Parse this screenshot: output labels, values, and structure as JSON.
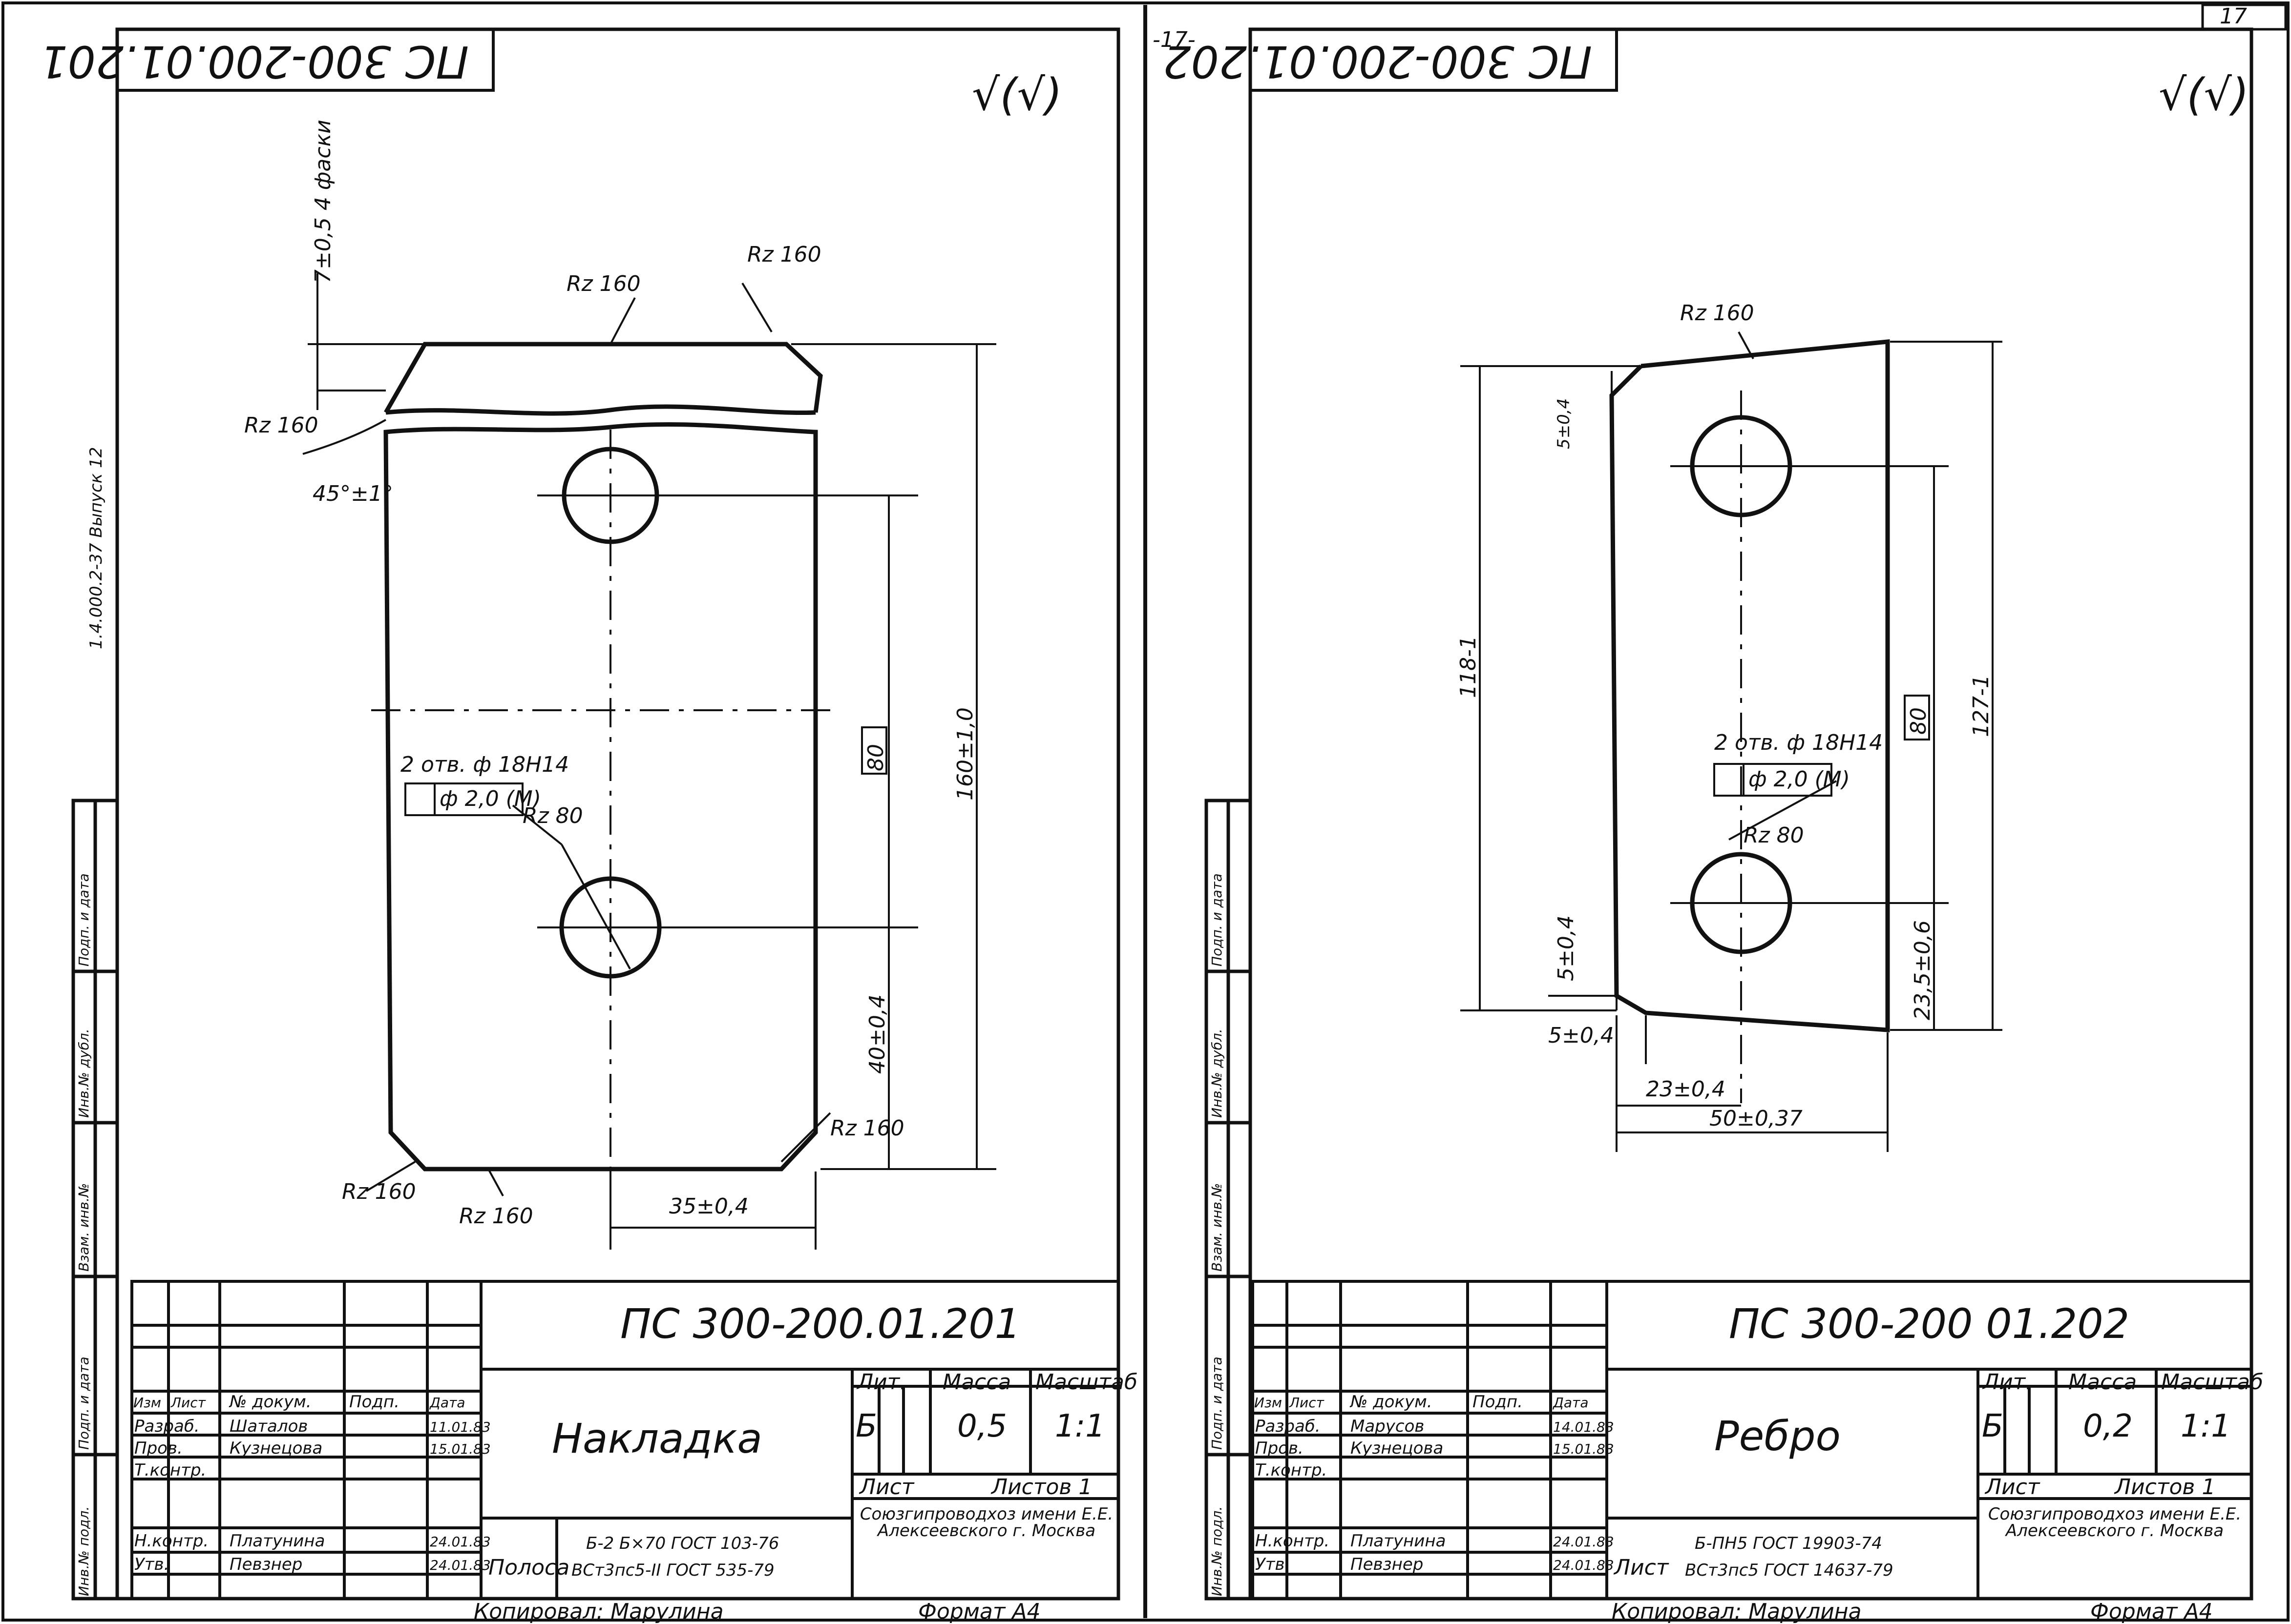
{
  "page_number": "17",
  "left_sheet_mark": "-17-",
  "left_margin_series": "1.4.000.2-37 Выпуск 12",
  "side_labels": [
    "Инв.№ подл.",
    "Подп. и дата",
    "Взам. инв.№",
    "Инв.№ дубл.",
    "Подп. и дата"
  ],
  "roughness_mark": "√(√)",
  "sheets": [
    {
      "code_upside": "ПС 300-200.01.201",
      "code": "ПС 300-200.01.201",
      "name": "Накладка",
      "lit": "Б",
      "mass": "0,5",
      "scale": "1:1",
      "sheet_label": "Лист",
      "sheets_label": "Листов 1",
      "org": "Союзгипроводхоз имени Е.Е. Алексеевского г. Москва",
      "material_kind": "Полоса",
      "material_line1": "Б-2 Б×70 ГОСТ 103-76",
      "material_line2": "ВСт3пс5-II ГОСТ 535-79",
      "copied": "Копировал: Марулина",
      "format": "Формат А4",
      "roles": [
        {
          "role": "Разраб.",
          "name": "Шаталов",
          "date": "11.01.83"
        },
        {
          "role": "Пров.",
          "name": "Кузнецова",
          "date": "15.01.83"
        },
        {
          "role": "Т.контр.",
          "name": "",
          "date": ""
        },
        {
          "role": "Н.контр.",
          "name": "Платунина",
          "date": "24.01.83"
        },
        {
          "role": "Утв.",
          "name": "Певзнер",
          "date": "24.01.83"
        }
      ],
      "header_cells": [
        "Изм",
        "Лист",
        "№ докум.",
        "Подп.",
        "Дата"
      ],
      "dims": {
        "chamfer": "7±0,5 4 фаски",
        "angle": "45°±1°",
        "rz_top": "Rz 160",
        "rz_corner1": "Rz 160",
        "rz_corner2": "Rz 160",
        "rz_bottom1": "Rz 160",
        "rz_bottom2": "Rz 160",
        "rz_bottom3": "Rz 160",
        "holes": "2 отв. ф 18H14",
        "position_tol": "ф 2,0 (М)",
        "rz_hole": "Rz 80",
        "between_holes": "80",
        "overall_len": "160±1,0",
        "hole_edge": "40±0,4",
        "width_half": "35±0,4"
      }
    },
    {
      "code_upside": "ПС 300-200.01.202",
      "code": "ПС 300-200 01.202",
      "name": "Ребро",
      "lit": "Б",
      "mass": "0,2",
      "scale": "1:1",
      "sheet_label": "Лист",
      "sheets_label": "Листов 1",
      "org": "Союзгипроводхоз имени Е.Е. Алексеевского г. Москва",
      "material_kind": "Лист",
      "material_line1": "Б-ПН5 ГОСТ 19903-74",
      "material_line2": "ВСт3пс5 ГОСТ 14637-79",
      "copied": "Копировал: Марулина",
      "format": "Формат А4",
      "roles": [
        {
          "role": "Разраб.",
          "name": "Марусов",
          "date": "14.01.83"
        },
        {
          "role": "Пров.",
          "name": "Кузнецова",
          "date": "15.01.83"
        },
        {
          "role": "Т.контр.",
          "name": "",
          "date": ""
        },
        {
          "role": "Н.контр.",
          "name": "Платунина",
          "date": "24.01.83"
        },
        {
          "role": "Утв.",
          "name": "Певзнер",
          "date": "24.01.83"
        }
      ],
      "header_cells": [
        "Изм",
        "Лист",
        "№ докум.",
        "Подп.",
        "Дата"
      ],
      "dims": {
        "rz_top": "Rz 160",
        "top_chamfer": "5±0,4",
        "left_len": "118-1",
        "right_len": "127-1",
        "holes": "2 отв. ф 18H14",
        "position_tol": "ф 2,0 (М)",
        "rz_hole": "Rz 80",
        "between_holes": "80",
        "bottom_chamfer_v": "5±0,4",
        "bottom_chamfer_h": "5±0,4",
        "hole_x": "23±0,4",
        "width": "50±0,37",
        "hole_edge": "23,5±0,6"
      }
    }
  ]
}
